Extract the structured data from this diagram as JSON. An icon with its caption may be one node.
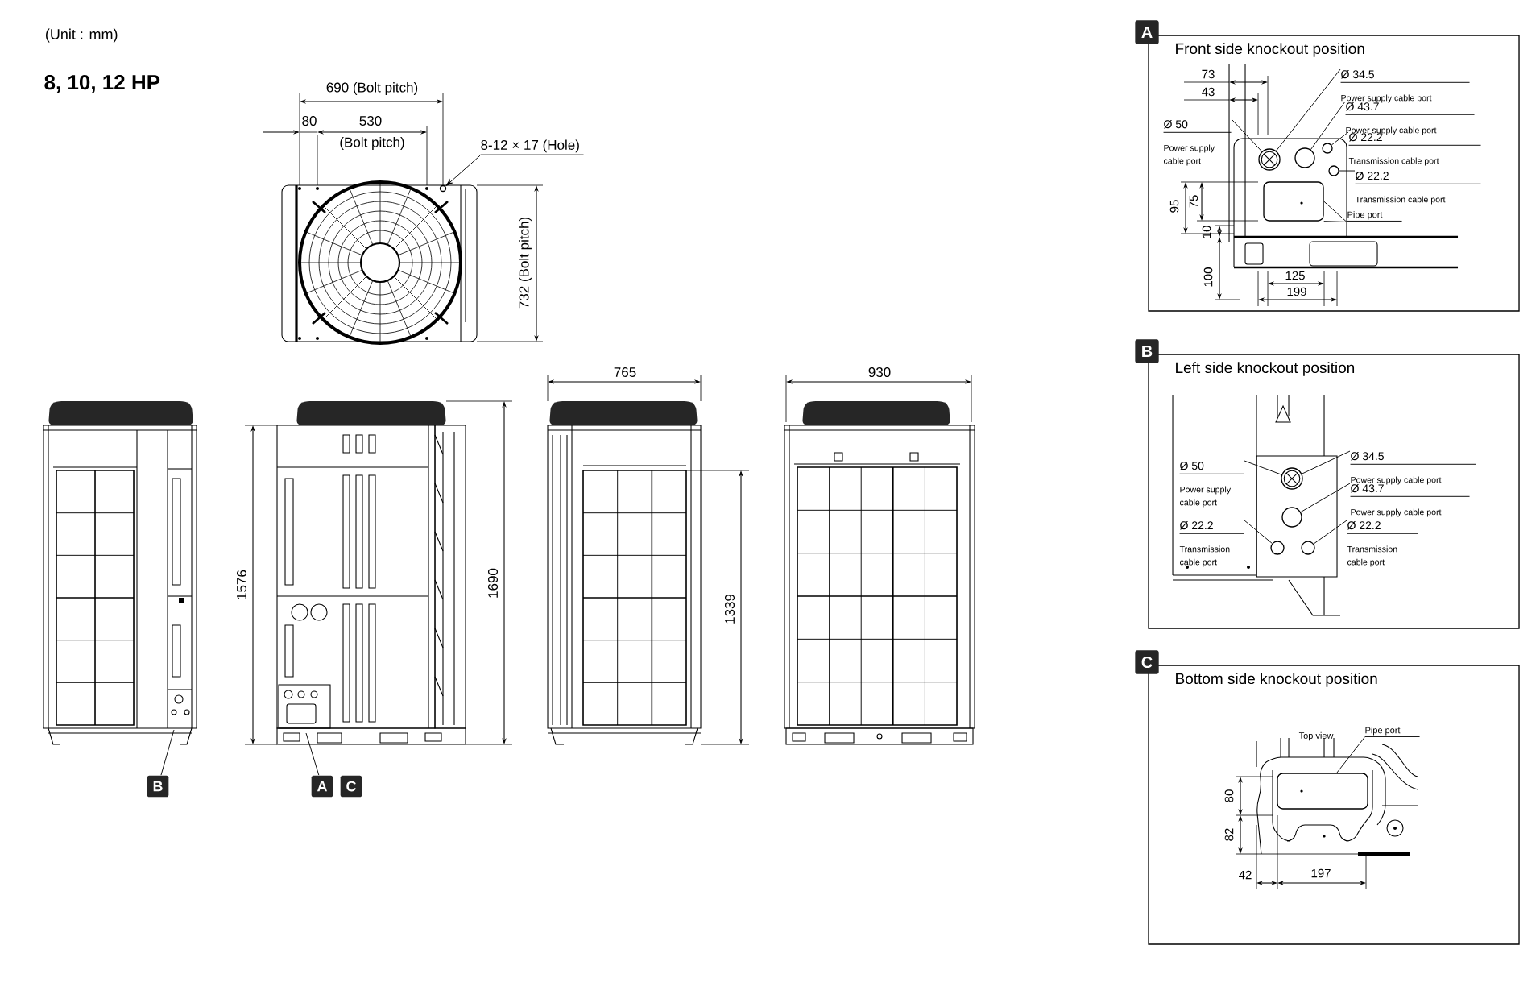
{
  "diagram": {
    "title": "8, 10, 12 HP",
    "nodes": [
      {
        "text": [
          "Front side knockout position"
        ]
      },
      {
        "text": [
          "Left side knockout position"
        ]
      },
      {
        "text": [
          "Bottom side knockout position"
        ]
      },
      {
        "text": [
          "Ø 34.5",
          "Power supply cable port"
        ],
        "in": 0
      },
      {
        "text": [
          "Ø 43.7",
          "Power supply cable port"
        ],
        "in": 0
      },
      {
        "text": [
          "Ø 22.2",
          "Transmission cable port"
        ],
        "in": 0
      },
      {
        "text": [
          "Ø 22.2",
          "Transmission cable port"
        ],
        "in": 0
      },
      {
        "text": [
          "Ø 50",
          "Power supply cable port"
        ],
        "in": 0
      },
      {
        "text": [
          "Pipe port"
        ],
        "in": 0
      },
      {
        "text": [],
        "shape": "circle",
        "in": 0
      },
      {
        "text": [],
        "shape": "circle",
        "in": 0
      },
      {
        "text": [],
        "shape": "circle",
        "in": 0
      },
      {
        "text": [],
        "shape": "circle",
        "in": 0
      },
      {
        "text": [],
        "shape": "box",
        "in": 0
      },
      {
        "text": [
          "Ø 50",
          "Power supply cable port"
        ],
        "in": 1
      },
      {
        "text": [
          "Ø 34.5",
          "Power supply cable port"
        ],
        "in": 1
      },
      {
        "text": [
          "Ø 43.7",
          "Power supply cable port"
        ],
        "in": 1
      },
      {
        "text": [
          "Ø 22.2",
          "Transmission cable port"
        ],
        "in": 1
      },
      {
        "text": [
          "Ø 22.2",
          "Transmission cable port"
        ],
        "in": 1
      },
      {
        "text": [],
        "shape": "circle",
        "in": 1
      },
      {
        "text": [],
        "shape": "circle",
        "in": 1
      },
      {
        "text": [],
        "shape": "circle",
        "in": 1
      },
      {
        "text": [],
        "shape": "circle",
        "in": 1
      },
      {
        "text": [
          "Pipe port"
        ],
        "in": 2
      },
      {
        "text": [],
        "shape": "box",
        "in": 2
      },
      {
        "text": [
          "B"
        ]
      },
      {
        "text": [
          "A"
        ]
      },
      {
        "text": [
          "C"
        ]
      },
      {
        "text": [
          "8-12 × 17 (Hole)"
        ]
      },
      {
        "text": [
          "A"
        ]
      },
      {
        "text": [
          "B"
        ]
      },
      {
        "text": [
          "C"
        ]
      },
      {
        "text": [],
        "shape": "circle"
      }
    ],
    "edges": [
      {
        "from": 3,
        "to": 9,
        "arrow": "none"
      },
      {
        "from": 4,
        "to": 10,
        "arrow": "none"
      },
      {
        "from": 5,
        "to": 11,
        "arrow": "none"
      },
      {
        "from": 6,
        "to": 12,
        "arrow": "none"
      },
      {
        "from": 7,
        "to": 9,
        "arrow": "none"
      },
      {
        "from": 8,
        "to": 13,
        "arrow": "none"
      },
      {
        "from": 8,
        "to": 13,
        "arrow": "none"
      },
      {
        "from": 14,
        "to": 19,
        "arrow": "none"
      },
      {
        "from": 15,
        "to": 19,
        "arrow": "none"
      },
      {
        "from": 16,
        "to": 20,
        "arrow": "none"
      },
      {
        "from": 17,
        "to": 21,
        "arrow": "none"
      },
      {
        "from": 18,
        "to": 22,
        "arrow": "none"
      },
      {
        "from": 23,
        "to": 24,
        "arrow": "none"
      },
      {
        "from": 25,
        "to": null,
        "arrow": "none"
      },
      {
        "from": 26,
        "to": null,
        "arrow": "none"
      },
      {
        "from": 28,
        "to": 32,
        "arrow": "to"
      }
    ],
    "labels": [
      "(Unit : mm)",
      "690 (Bolt pitch)",
      "80",
      "530",
      "(Bolt pitch)",
      "732 (Bolt pitch)",
      "1576",
      "1690",
      "765",
      "1339",
      "930",
      "73",
      "43",
      "95",
      "75",
      "10",
      "100",
      "125",
      "199",
      "Top view",
      "80",
      "82",
      "42",
      "197"
    ]
  }
}
